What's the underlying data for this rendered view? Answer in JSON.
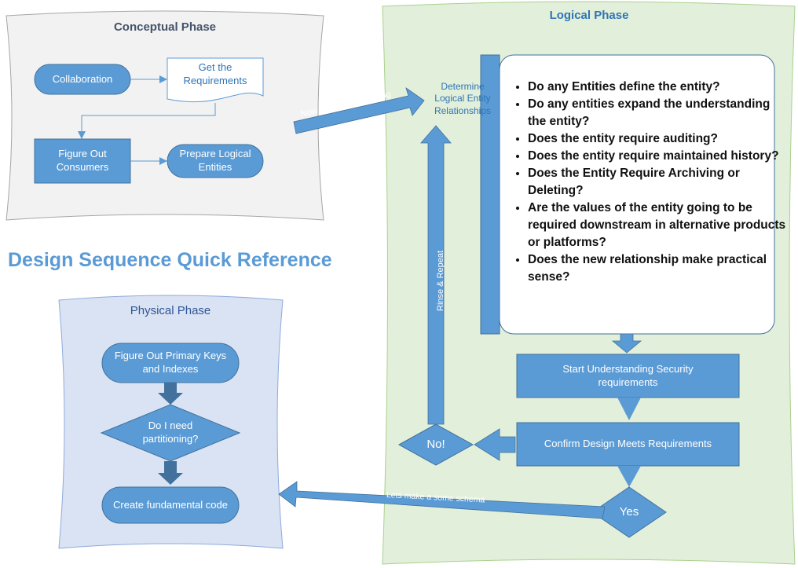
{
  "title": "Design Sequence Quick Reference",
  "phases": {
    "conceptual": "Conceptual Phase",
    "logical": "Logical Phase",
    "physical": "Physical Phase"
  },
  "conceptual": {
    "collaboration": "Collaboration",
    "requirements": "Get the\nRequirements",
    "consumers": "Figure Out\nConsumers",
    "prepare": "Prepare Logical\nEntities"
  },
  "connectors": {
    "heavy_lifting": "Now for the heavy lifting",
    "schema": "Lets make a some schema",
    "rinse": "Rinse & Repeat"
  },
  "logical": {
    "determine": "Determine\nLogical Entity\nRelationships",
    "questions": [
      "Do any Entities define the entity?",
      "Do any entities expand the understanding the entity?",
      "Does the entity require auditing?",
      "Does the entity require maintained history?",
      "Does the Entity Require Archiving or Deleting?",
      "Are the values of the entity going to be required downstream in alternative products or platforms?",
      "Does the new relationship make practical sense?"
    ],
    "security": "Start Understanding Security\nrequirements",
    "confirm": "Confirm Design Meets Requirements",
    "no": "No!",
    "yes": "Yes"
  },
  "physical": {
    "keys": "Figure Out Primary Keys\nand Indexes",
    "partitioning": "Do I need\npartitioning?",
    "code": "Create fundamental code"
  },
  "colors": {
    "accent": "#5b9bd5",
    "dark_accent": "#41719c",
    "conceptual_bg": "#f2f2f2",
    "logical_bg": "#e2efda",
    "physical_bg": "#dae3f3"
  }
}
